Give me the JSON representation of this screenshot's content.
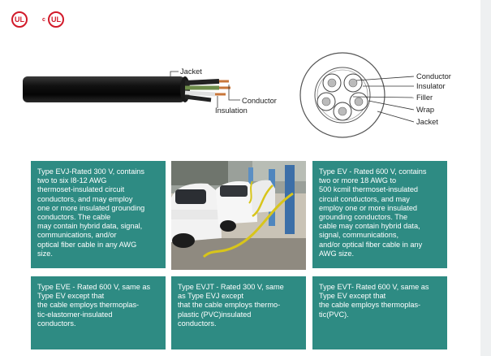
{
  "logos": {
    "ul_left": "UL",
    "ul_right": "UL",
    "c_mark": "c"
  },
  "cable_labels": {
    "jacket": "Jacket",
    "conductor": "Conductor",
    "insulation": "Insulation"
  },
  "cross_section_labels": {
    "conductor": "Conductor",
    "insulator": "Insulator",
    "filler": "Filler",
    "wrap": "Wrap",
    "jacket": "Jacket"
  },
  "boxes": {
    "evj": "Type EVJ-Rated 300 V, contains\ntwo to six I8-12 AWG\nthermoset-insulated circuit\nconductors, and may employ\none or more insulated grounding\nconductors. The cable\nmay contain hybrid data, signal,\ncommunications, and/or\noptical fiber cable in any AWG\nsize.",
    "ev": "Type EV - Rated 600 V, contains\ntwo or more 18 AWG to\n500 kcmil thermoset-insulated\ncircuit conductors, and may\nemploy one or more insulated\ngrounding conductors. The\ncable may contain hybrid data,\nsignal, communications,\nand/or optical fiber cable in any\nAWG size.",
    "eve": "Type EVE - Rated 600 V, same as\nType EV except that\nthe cable employs thermoplas-\ntic-elastomer-insulated\nconductors.",
    "evjt": "Type EVJT - Rated 300 V, same\nas Type EVJ except\nthat the cable employs thermo-\nplastic (PVC)insulated\nconductors.",
    "evt": "Type EVT- Rated 600 V, same as\nType EV except that\nthe cable employs thermoplas-\ntic(PVC)."
  },
  "colors": {
    "teal": "#2e8b83",
    "ul_red": "#d21a2a"
  }
}
